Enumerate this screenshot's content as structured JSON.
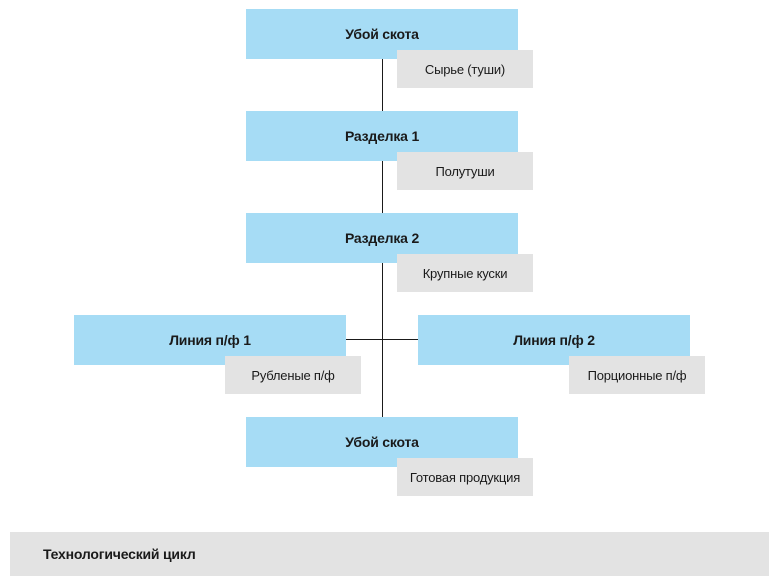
{
  "colors": {
    "node_fill": "#a6dcf5",
    "label_fill": "#e3e3e3",
    "footer_fill": "#e3e3e3",
    "connector": "#1a1a1a"
  },
  "nodes": [
    {
      "title": "Убой скота",
      "output": "Сырье (туши)"
    },
    {
      "title": "Разделка 1",
      "output": "Полутуши"
    },
    {
      "title": "Разделка 2",
      "output": "Крупные куски"
    },
    {
      "title": "Линия п/ф 1",
      "output": "Рубленые п/ф"
    },
    {
      "title": "Линия п/ф 2",
      "output": "Порционные п/ф"
    },
    {
      "title": "Убой скота",
      "output": "Готовая продукция"
    }
  ],
  "footer": {
    "label": "Технологический цикл"
  }
}
